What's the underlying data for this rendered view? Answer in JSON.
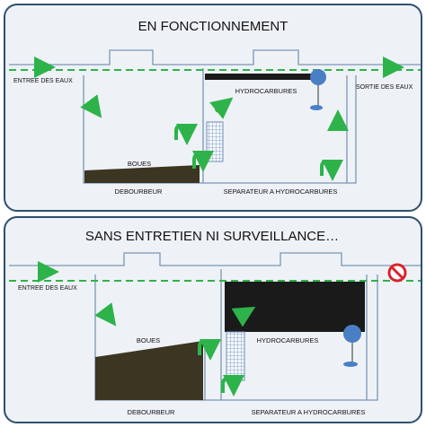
{
  "panel_top": {
    "title": "EN FONCTIONNEMENT",
    "inlet_label": "ENTREE DES EAUX",
    "outlet_label": "SORTIE DES EAUX",
    "hydrocarbon_label": "HYDROCARBURES",
    "sludge_label": "BOUES",
    "debourbeur_label": "DEBOURBEUR",
    "separator_label": "SEPARATEUR A HYDROCARBURES"
  },
  "panel_bottom": {
    "title": "SANS ENTRETIEN NI SURVEILLANCE…",
    "inlet_label": "ENTREE DES EAUX",
    "hydrocarbon_label": "HYDROCARBURES",
    "sludge_label": "BOUES",
    "debourbeur_label": "DEBOURBEUR",
    "separator_label": "SEPARATEUR A HYDROCARBURES"
  },
  "colors": {
    "panel_border": "#2f4f6e",
    "panel_bg": "#eef2f6",
    "tank_line": "#7a95b6",
    "water_level": "#2db34a",
    "arrow_green": "#2db34a",
    "sludge": "#3b3522",
    "hydrocarbons": "#1a1a1a",
    "float": "#4a7fc4",
    "no_entry": "#d9232d"
  },
  "icons": [
    "inflow-arrow-icon",
    "outflow-arrow-icon",
    "flow-arrow-icon",
    "u-turn-arrow-icon",
    "float-valve-icon",
    "coalescing-filter-icon",
    "no-entry-icon"
  ]
}
